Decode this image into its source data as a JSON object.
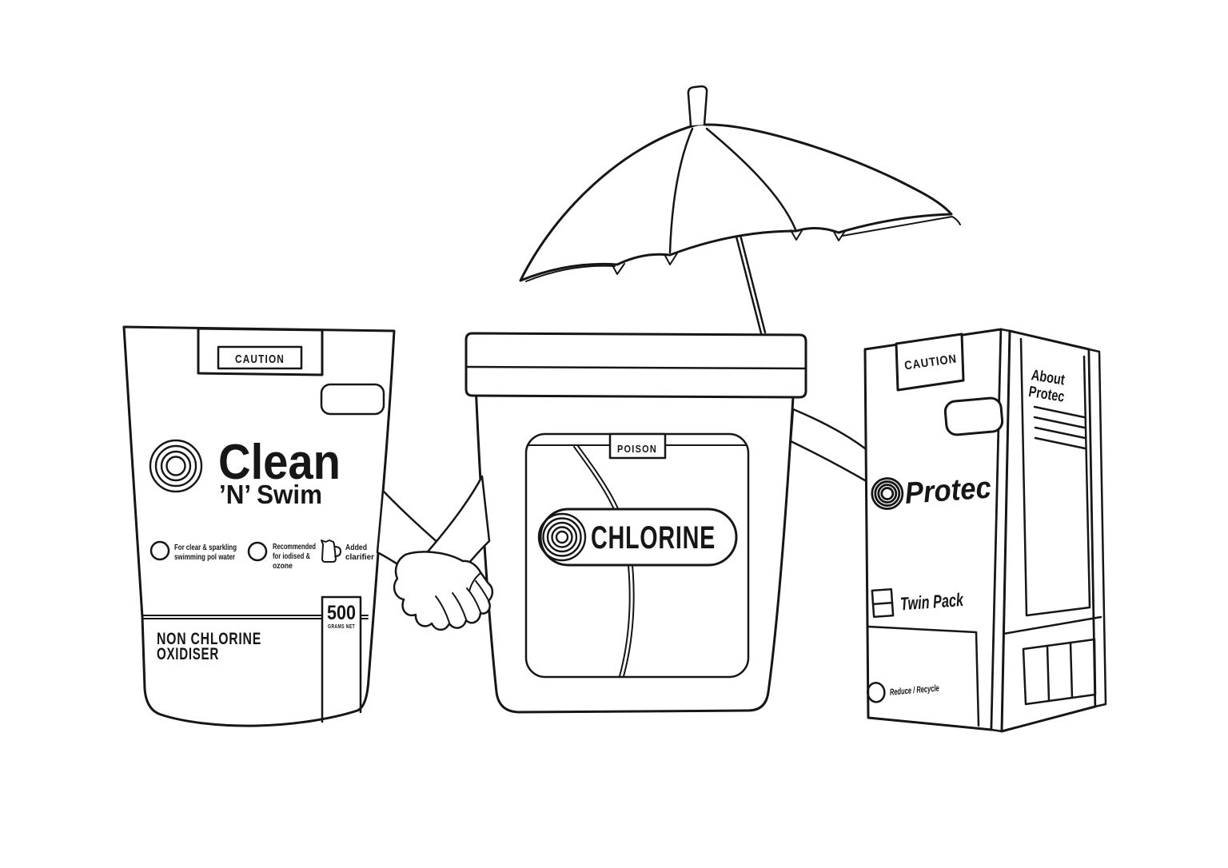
{
  "illustration": {
    "colors": {
      "ink": "#161616",
      "paper": "#ffffff"
    },
    "icons": {
      "umbrella": "umbrella-icon",
      "pouch_logo": "concentric-circles-icon",
      "bucket_logo": "concentric-circles-icon",
      "box_logo": "concentric-circles-icon",
      "clarifier": "measuring-jug-icon",
      "twin_pack": "twin-pack-icon",
      "recycle": "circle-mark-icon",
      "hands": "holding-hands-icon"
    }
  },
  "pouch": {
    "caution_label": "CAUTION",
    "brand_line1": "Clean",
    "brand_line2": "’N’ Swim",
    "feature1_line1": "For clear & sparkling",
    "feature1_line2": "swimming pol water",
    "feature2_line1": "Recommended",
    "feature2_line2": "for iodised &",
    "feature2_line3": "ozone",
    "feature3_line1": "Added",
    "feature3_line2": "clarifier",
    "net_weight_value": "500",
    "net_weight_unit": "GRAMS NET",
    "type_line1": "NON CHLORINE",
    "type_line2": "OXIDISER"
  },
  "bucket": {
    "poison_label": "POISON",
    "brand_label": "CHLORINE"
  },
  "box": {
    "caution_label": "CAUTION",
    "brand_label": "Protec",
    "side_line1": "About",
    "side_line2": "Protec",
    "pack_label": "Twin Pack",
    "recycle_label": "Reduce / Recycle"
  }
}
